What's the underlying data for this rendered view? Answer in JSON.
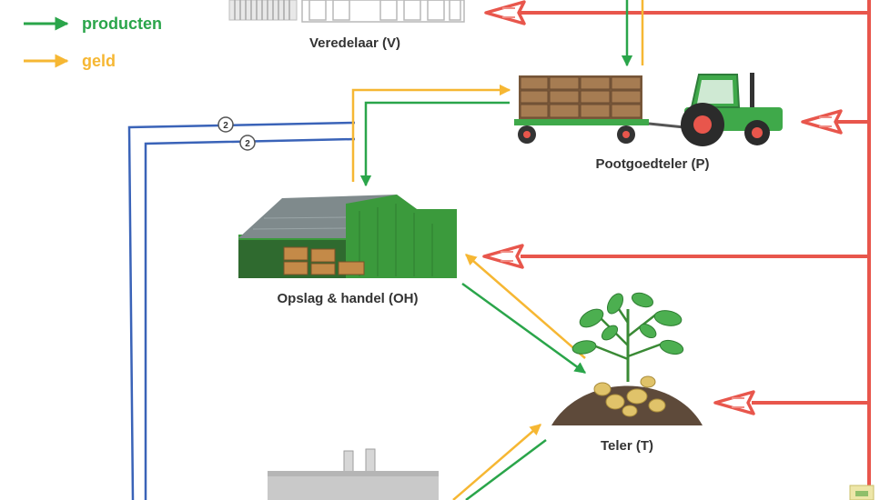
{
  "legend": {
    "products_label": "producten",
    "money_label": "geld"
  },
  "nodes": {
    "breeder": "Veredelaar (V)",
    "seed_grower": "Pootgoedteler (P)",
    "storage_trade": "Opslag & handel (OH)",
    "grower": "Teler (T)"
  },
  "badges": {
    "badge_1": "2",
    "badge_2": "2"
  },
  "colors": {
    "products": "#2aa54a",
    "money": "#f6b733",
    "subsidy": "#e8564c",
    "subsidy_outline": "#f08c84",
    "link": "#3a63b8",
    "barn_green": "#3b9a3c",
    "tractor_green": "#3fa94a",
    "soil": "#5e4a3a",
    "potato": "#e0c36a"
  },
  "icons": [
    "veredelaar-building-icon",
    "tractor-trailer-icon",
    "barn-icon",
    "potato-plant-icon",
    "factory-icon"
  ]
}
